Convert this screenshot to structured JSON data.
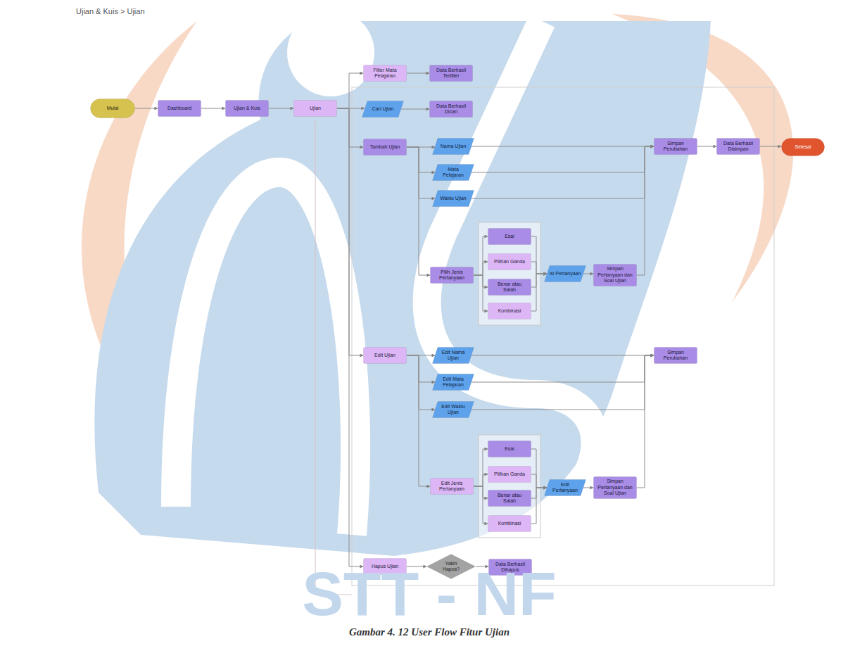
{
  "diagram": {
    "title": "Ujian & Kuis > Ujian",
    "caption": "Gambar 4. 12 User Flow Fitur Ujian",
    "nodes": [
      {
        "text": [
          "Mulai"
        ]
      },
      {
        "text": [
          "Dashboard"
        ]
      },
      {
        "text": [
          "Ujian & Kuis"
        ]
      },
      {
        "text": [
          "Ujian"
        ]
      },
      {
        "text": [
          "Filter Mata Pelajaran"
        ]
      },
      {
        "text": [
          "Data Berhasil Terfilter"
        ]
      },
      {
        "text": [
          "Cari Ujian"
        ]
      },
      {
        "text": [
          "Data Berhasil Dicari"
        ]
      },
      {
        "text": [
          "Tambah Ujian"
        ]
      },
      {
        "text": [
          "Nama Ujian"
        ]
      },
      {
        "text": [
          "Mata Pelajaran"
        ]
      },
      {
        "text": [
          "Waktu Ujian"
        ]
      },
      {
        "text": [
          "Pilih Jenis Pertanyaan"
        ]
      },
      {
        "text": [
          "Esai"
        ]
      },
      {
        "text": [
          "Pilihan Ganda"
        ]
      },
      {
        "text": [
          "Benar atau Salah"
        ]
      },
      {
        "text": [
          "Kombinasi"
        ]
      },
      {
        "text": [
          "Isi Pertanyaan"
        ]
      },
      {
        "text": [
          "Simpan Pertanyaan dan Soal Ujian"
        ]
      },
      {
        "text": [
          "Simpan Perubahan"
        ]
      },
      {
        "text": [
          "Data Berhasil Disimpan"
        ]
      },
      {
        "text": [
          "Selesai"
        ]
      },
      {
        "text": [
          "Edit Ujian"
        ]
      },
      {
        "text": [
          "Edit Nama Ujian"
        ]
      },
      {
        "text": [
          "Edit Mata Pelajaran"
        ]
      },
      {
        "text": [
          "Edit Waktu Ujian"
        ]
      },
      {
        "text": [
          "Edit Jenis Pertanyaan"
        ]
      },
      {
        "text": [
          "Esai"
        ]
      },
      {
        "text": [
          "Pilihan Ganda"
        ]
      },
      {
        "text": [
          "Benar atau Salah"
        ]
      },
      {
        "text": [
          "Kombinasi"
        ]
      },
      {
        "text": [
          "Edit Pertanyaan"
        ]
      },
      {
        "text": [
          "Simpan Pertanyaan dan Soal Ujian"
        ]
      },
      {
        "text": [
          "Simpan Perubahan"
        ]
      },
      {
        "text": [
          "Hapus Ujian"
        ]
      },
      {
        "text": [
          "Yakin Hapus?"
        ]
      },
      {
        "text": [
          "Data Berhasil Dihapus"
        ]
      }
    ],
    "edges": [
      {
        "from": 0,
        "to": 1,
        "arrow": "to"
      },
      {
        "from": 1,
        "to": 2,
        "arrow": "to"
      },
      {
        "from": 2,
        "to": 3,
        "arrow": "to"
      },
      {
        "from": 3,
        "to": 4,
        "arrow": "to"
      },
      {
        "from": 4,
        "to": 5,
        "arrow": "to"
      },
      {
        "from": 3,
        "to": 6,
        "arrow": "to"
      },
      {
        "from": 6,
        "to": 7,
        "arrow": "to"
      },
      {
        "from": 3,
        "to": 8,
        "arrow": "to"
      },
      {
        "from": 8,
        "to": 9,
        "arrow": "to"
      },
      {
        "from": 8,
        "to": 10,
        "arrow": "to"
      },
      {
        "from": 8,
        "to": 11,
        "arrow": "to"
      },
      {
        "from": 8,
        "to": 12,
        "arrow": "to"
      },
      {
        "from": 12,
        "to": 13,
        "arrow": "to"
      },
      {
        "from": 12,
        "to": 14,
        "arrow": "to"
      },
      {
        "from": 12,
        "to": 15,
        "arrow": "to"
      },
      {
        "from": 12,
        "to": 16,
        "arrow": "to"
      },
      {
        "from": 13,
        "to": 17,
        "arrow": "to"
      },
      {
        "from": 14,
        "to": 17,
        "arrow": "to"
      },
      {
        "from": 15,
        "to": 17,
        "arrow": "to"
      },
      {
        "from": 16,
        "to": 17,
        "arrow": "to"
      },
      {
        "from": 17,
        "to": 18,
        "arrow": "to"
      },
      {
        "from": 18,
        "to": 19,
        "arrow": "to"
      },
      {
        "from": 9,
        "to": 19,
        "arrow": "to"
      },
      {
        "from": 10,
        "to": 19,
        "arrow": "to"
      },
      {
        "from": 11,
        "to": 19,
        "arrow": "to"
      },
      {
        "from": 19,
        "to": 20,
        "arrow": "to"
      },
      {
        "from": 20,
        "to": 21,
        "arrow": "to"
      },
      {
        "from": 3,
        "to": 22,
        "arrow": "to"
      },
      {
        "from": 22,
        "to": 23,
        "arrow": "to"
      },
      {
        "from": 22,
        "to": 24,
        "arrow": "to"
      },
      {
        "from": 22,
        "to": 25,
        "arrow": "to"
      },
      {
        "from": 22,
        "to": 26,
        "arrow": "to"
      },
      {
        "from": 26,
        "to": 27,
        "arrow": "to"
      },
      {
        "from": 26,
        "to": 28,
        "arrow": "to"
      },
      {
        "from": 26,
        "to": 29,
        "arrow": "to"
      },
      {
        "from": 26,
        "to": 30,
        "arrow": "to"
      },
      {
        "from": 27,
        "to": 31,
        "arrow": "to"
      },
      {
        "from": 28,
        "to": 31,
        "arrow": "to"
      },
      {
        "from": 29,
        "to": 31,
        "arrow": "to"
      },
      {
        "from": 30,
        "to": 31,
        "arrow": "to"
      },
      {
        "from": 31,
        "to": 32,
        "arrow": "to"
      },
      {
        "from": 32,
        "to": 33,
        "arrow": "to"
      },
      {
        "from": 23,
        "to": 33,
        "arrow": "to"
      },
      {
        "from": 24,
        "to": 33,
        "arrow": "to"
      },
      {
        "from": 25,
        "to": 33,
        "arrow": "to"
      },
      {
        "from": 3,
        "to": 34,
        "arrow": "to"
      },
      {
        "from": 34,
        "to": 35,
        "arrow": "to"
      },
      {
        "from": 35,
        "to": 36,
        "arrow": "to"
      }
    ],
    "labels": [
      "STT - NF"
    ]
  }
}
